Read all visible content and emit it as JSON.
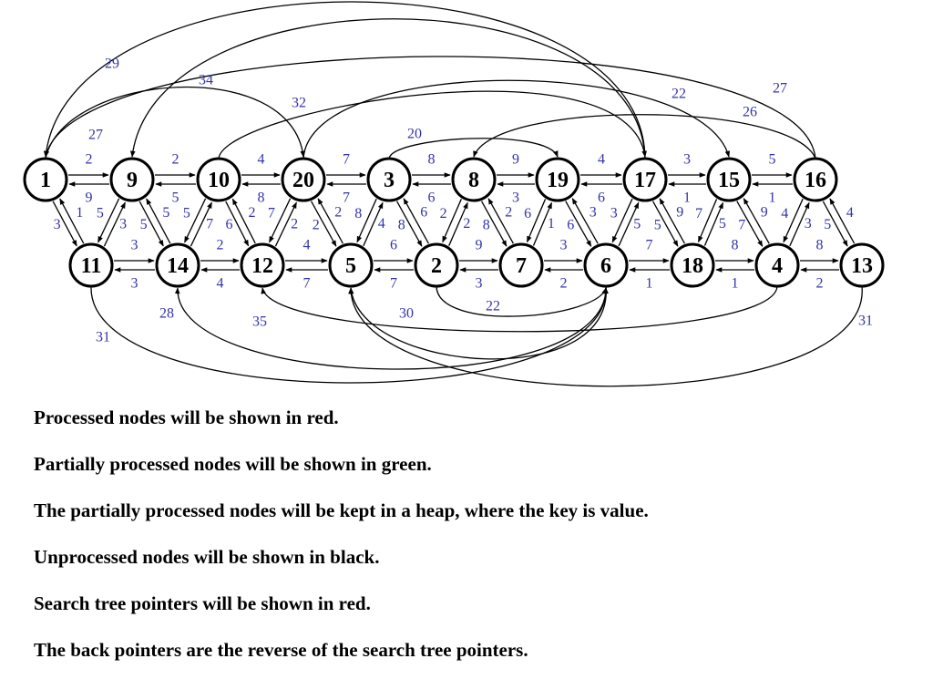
{
  "colors": {
    "node_stroke": "#000000",
    "edge": "#000000",
    "weight_text": "#3333aa",
    "text": "#000000"
  },
  "graph": {
    "top_row": [
      "1",
      "9",
      "10",
      "20",
      "3",
      "8",
      "19",
      "17",
      "15",
      "16"
    ],
    "bottom_row": [
      "11",
      "14",
      "12",
      "5",
      "2",
      "7",
      "6",
      "18",
      "4",
      "13"
    ],
    "top_edges": [
      {
        "from": "1",
        "to": "9",
        "fwd": "2",
        "back": "9"
      },
      {
        "from": "9",
        "to": "10",
        "fwd": "2",
        "back": "5"
      },
      {
        "from": "10",
        "to": "20",
        "fwd": "4",
        "back": "8"
      },
      {
        "from": "20",
        "to": "3",
        "fwd": "7",
        "back": "7"
      },
      {
        "from": "3",
        "to": "8",
        "fwd": "8",
        "back": "6"
      },
      {
        "from": "8",
        "to": "19",
        "fwd": "9",
        "back": "3"
      },
      {
        "from": "19",
        "to": "17",
        "fwd": "4",
        "back": "6"
      },
      {
        "from": "17",
        "to": "15",
        "fwd": "3",
        "back": "1"
      },
      {
        "from": "15",
        "to": "16",
        "fwd": "5",
        "back": "1"
      }
    ],
    "bottom_edges": [
      {
        "from": "11",
        "to": "14",
        "fwd": "3",
        "back": "3"
      },
      {
        "from": "14",
        "to": "12",
        "fwd": "2",
        "back": "4"
      },
      {
        "from": "12",
        "to": "5",
        "fwd": "4",
        "back": "7"
      },
      {
        "from": "5",
        "to": "2",
        "fwd": "6",
        "back": "7"
      },
      {
        "from": "2",
        "to": "7",
        "fwd": "9",
        "back": "3"
      },
      {
        "from": "7",
        "to": "6",
        "fwd": "3",
        "back": "2"
      },
      {
        "from": "6",
        "to": "18",
        "fwd": "7",
        "back": "1"
      },
      {
        "from": "18",
        "to": "4",
        "fwd": "8",
        "back": "1"
      },
      {
        "from": "4",
        "to": "13",
        "fwd": "8",
        "back": "2"
      }
    ],
    "vertical_edges": [
      {
        "top": "1",
        "bottom": "11",
        "down": "1",
        "up": "3"
      },
      {
        "top": "9",
        "bottom": "11",
        "down": "3",
        "up": "5"
      },
      {
        "top": "9",
        "bottom": "14",
        "down": "5",
        "up": "5"
      },
      {
        "top": "10",
        "bottom": "14",
        "down": "7",
        "up": "5"
      },
      {
        "top": "10",
        "bottom": "12",
        "down": "2",
        "up": "6"
      },
      {
        "top": "20",
        "bottom": "12",
        "down": "2",
        "up": "7"
      },
      {
        "top": "20",
        "bottom": "5",
        "down": "2",
        "up": "2"
      },
      {
        "top": "3",
        "bottom": "5",
        "down": "4",
        "up": "8"
      },
      {
        "top": "3",
        "bottom": "2",
        "down": "6",
        "up": "8"
      },
      {
        "top": "8",
        "bottom": "2",
        "down": "2",
        "up": "2"
      },
      {
        "top": "8",
        "bottom": "7",
        "down": "2",
        "up": "8"
      },
      {
        "top": "19",
        "bottom": "7",
        "down": "1",
        "up": "6"
      },
      {
        "top": "19",
        "bottom": "6",
        "down": "3",
        "up": "6"
      },
      {
        "top": "17",
        "bottom": "6",
        "down": "5",
        "up": "3"
      },
      {
        "top": "17",
        "bottom": "18",
        "down": "9",
        "up": "5"
      },
      {
        "top": "15",
        "bottom": "18",
        "down": "5",
        "up": "7"
      },
      {
        "top": "15",
        "bottom": "4",
        "down": "9",
        "up": "7"
      },
      {
        "top": "16",
        "bottom": "4",
        "down": "3",
        "up": "4"
      },
      {
        "top": "16",
        "bottom": "13",
        "down": "4",
        "up": "5"
      }
    ],
    "long_edges": [
      {
        "from": "17",
        "to": "1",
        "weight": "29"
      },
      {
        "from": "17",
        "to": "9",
        "weight": "34"
      },
      {
        "from": "1",
        "to": "20",
        "weight": "27"
      },
      {
        "from": "10",
        "to": "17",
        "weight": "32"
      },
      {
        "from": "20",
        "to": "15",
        "weight": "22"
      },
      {
        "from": "3",
        "to": "19",
        "weight": "20"
      },
      {
        "from": "16",
        "to": "8",
        "weight": "26"
      },
      {
        "from": "16",
        "to": "1",
        "weight": "27"
      },
      {
        "from": "2",
        "to": "6",
        "weight": "22"
      },
      {
        "from": "6",
        "to": "5",
        "weight": "30"
      },
      {
        "from": "4",
        "to": "12",
        "weight": "35"
      },
      {
        "from": "6",
        "to": "14",
        "weight": "28"
      },
      {
        "from": "11",
        "to": "6",
        "weight": "31"
      },
      {
        "from": "13",
        "to": "5",
        "weight": "31"
      }
    ]
  },
  "notes": [
    "Processed nodes will be shown in red.",
    "Partially processed nodes will be shown in green.",
    "The partially processed nodes will be kept in a heap, where the key is value.",
    "Unprocessed nodes will be shown in black.",
    "Search tree pointers will be shown in red.",
    "The back pointers are the reverse of the search tree pointers."
  ]
}
